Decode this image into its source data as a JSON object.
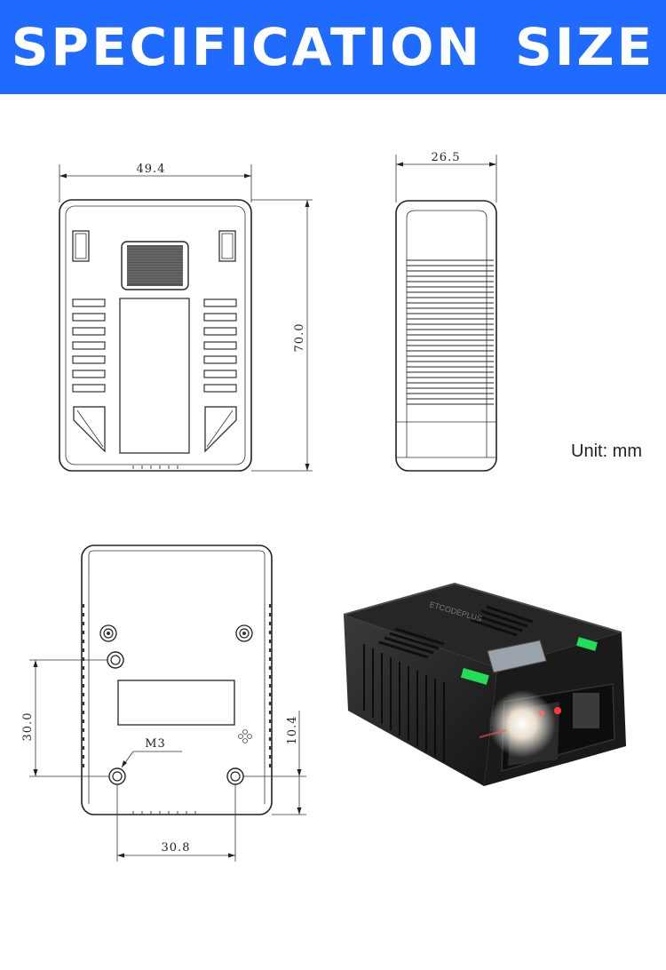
{
  "banner": {
    "title": "SPECIFICATION SIZE",
    "color": "#1f6bff"
  },
  "unit_label": "Unit: mm",
  "dimensions": {
    "front_width": "49.4",
    "front_height": "70.0",
    "side_depth": "26.5",
    "hole_spacing_vertical": "30.0",
    "hole_offset_bottom": "10.4",
    "hole_spacing_horizontal": "30.8",
    "screw_label": "M3"
  },
  "photo": {
    "brand_text": "ETCODEPLUS",
    "indicator_color": "#22dd55"
  }
}
